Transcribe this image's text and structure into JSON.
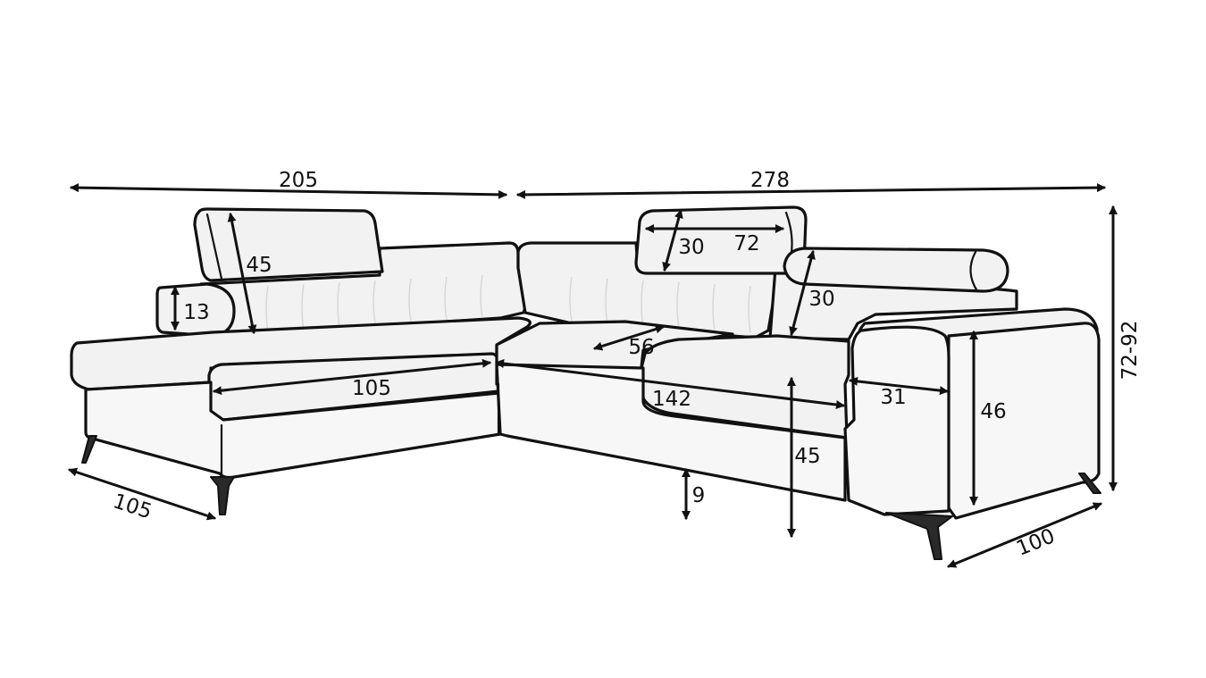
{
  "diagram": {
    "subject": "corner sofa dimension drawing",
    "dimensions": {
      "total_width_left": "205",
      "total_width_right": "278",
      "left_depth": "105",
      "right_depth": "100",
      "total_height": "72-92",
      "headrest_left_height": "45",
      "armrest_left_height": "13",
      "chaise_seat_depth": "105",
      "headrest_center_height": "30",
      "headrest_center_width": "72",
      "headrest_right_height": "30",
      "seat_depth_center": "56",
      "seat_width_right": "142",
      "armrest_width": "31",
      "armrest_height": "46",
      "seat_height": "45",
      "leg_height": "9"
    }
  }
}
